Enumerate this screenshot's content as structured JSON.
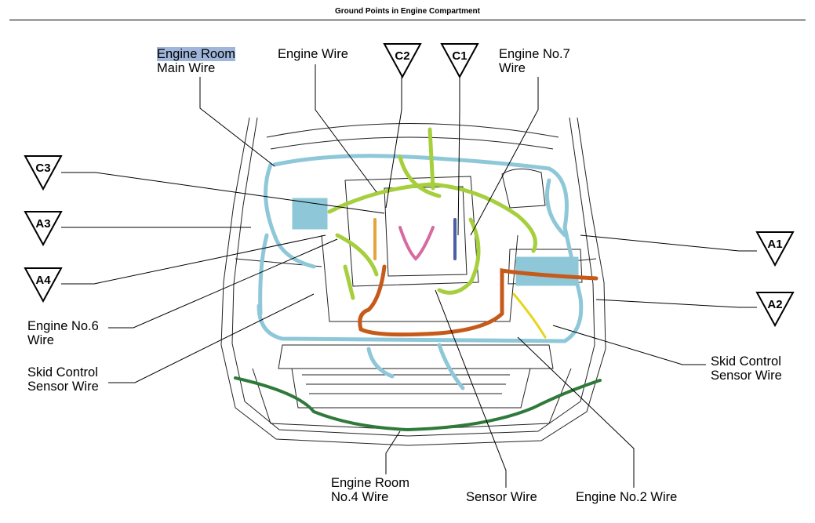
{
  "title": "Ground Points in Engine Compartment",
  "labels": {
    "engine_room_main_1": "Engine Room",
    "engine_room_main_2": "Main Wire",
    "engine_wire": "Engine Wire",
    "engine_no7_1": "Engine No.7",
    "engine_no7_2": "Wire",
    "engine_no6_1": "Engine No.6",
    "engine_no6_2": "Wire",
    "skid_left_1": "Skid Control",
    "skid_left_2": "Sensor Wire",
    "skid_right_1": "Skid Control",
    "skid_right_2": "Sensor Wire",
    "engine_room_no4_1": "Engine Room",
    "engine_room_no4_2": "No.4 Wire",
    "sensor_wire": "Sensor Wire",
    "engine_no2": "Engine No.2 Wire"
  },
  "markers": [
    "C2",
    "C1",
    "C3",
    "A3",
    "A4",
    "A1",
    "A2"
  ],
  "colors": {
    "main_wire": "#8ec8d8",
    "engine_wire": "#a6cf3d",
    "sensor_wire": "#c65a1a",
    "engine_no4_wire": "#2f7a3a",
    "engine_no2_wire": "#e7d51c",
    "engine_no7_wire": "#4a5fa8",
    "engine_no6_wire": "#e5a53c",
    "pink_wire": "#d76aa0",
    "highlight": "#9fb6da"
  }
}
